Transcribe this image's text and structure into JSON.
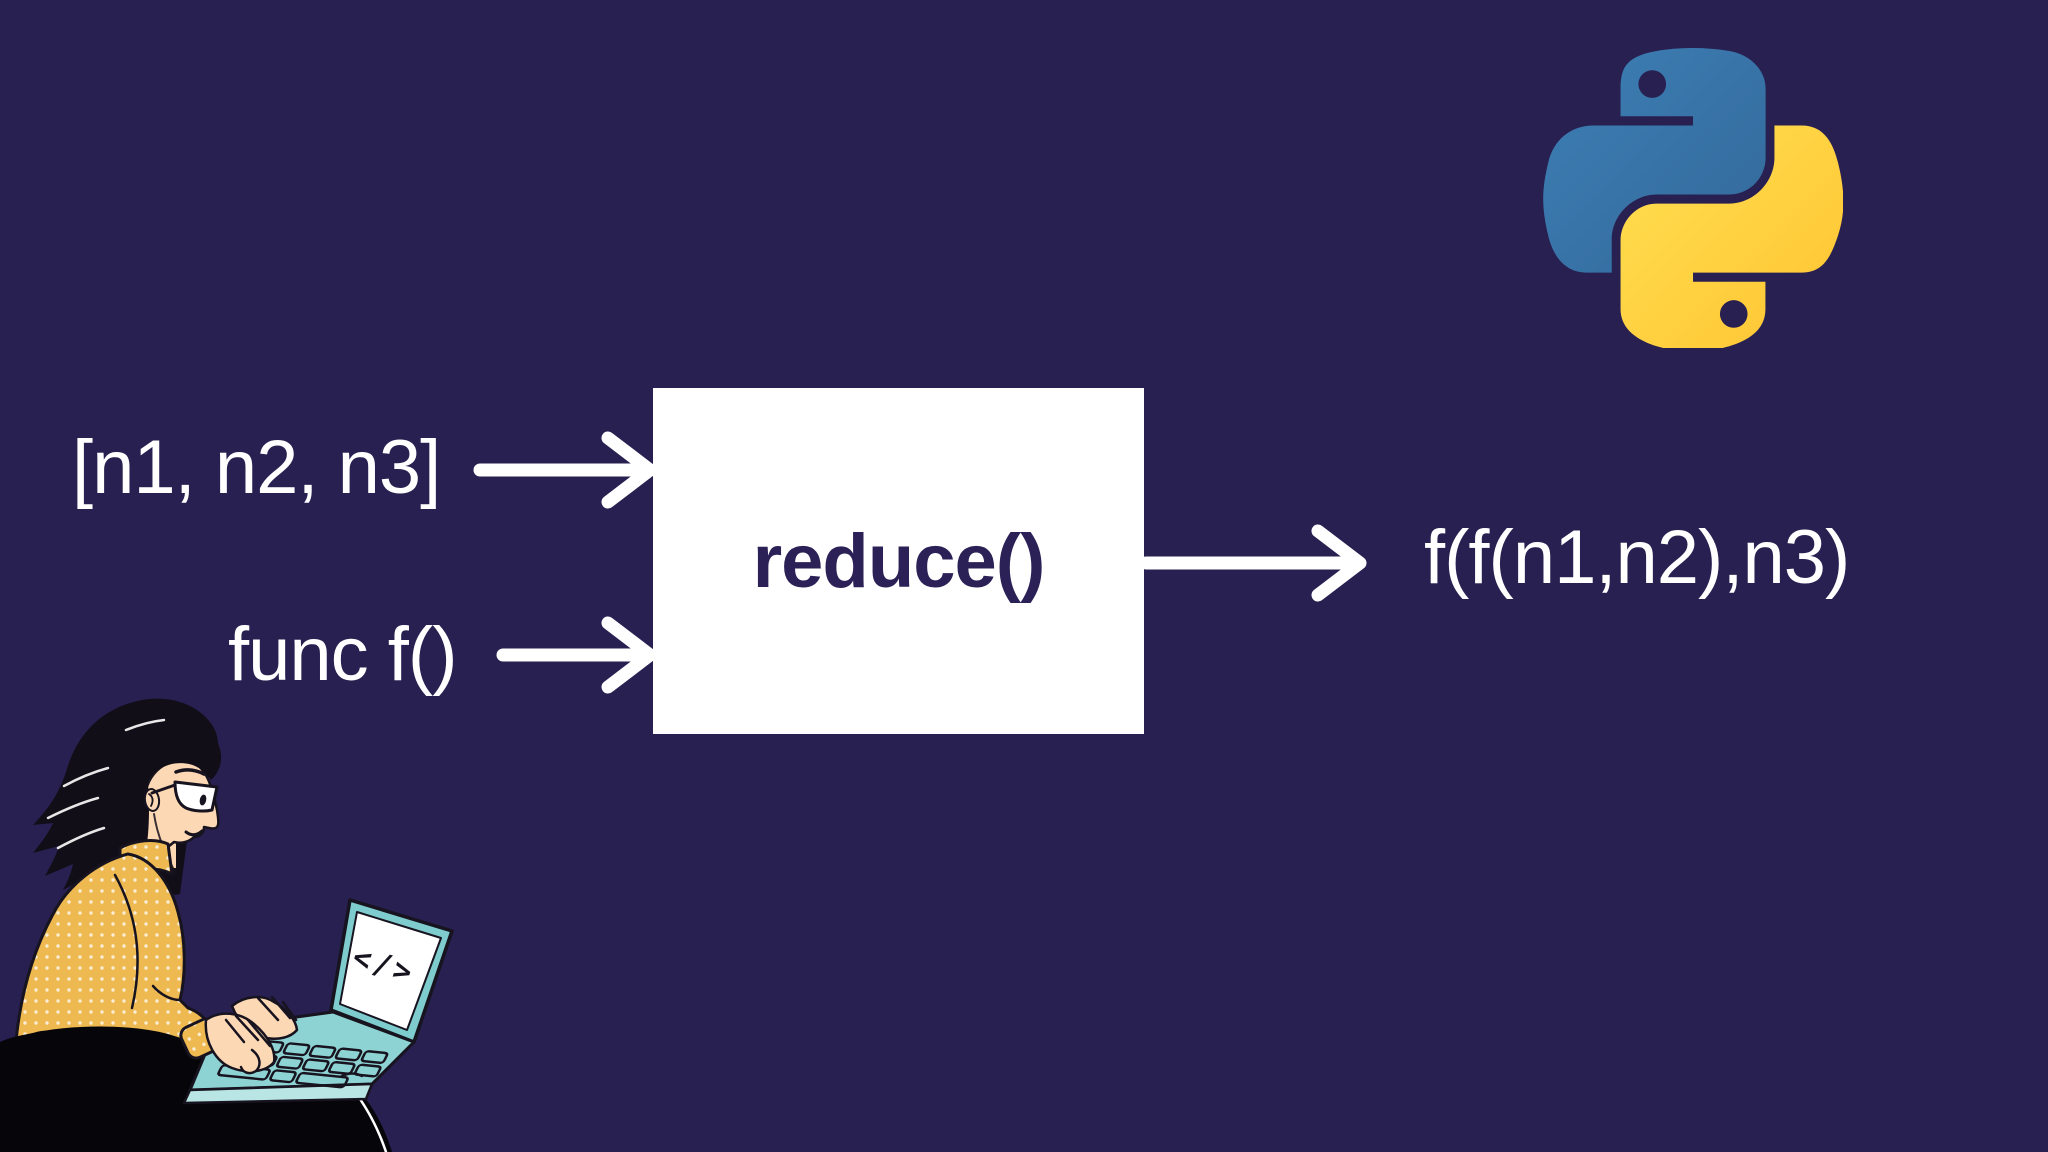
{
  "canvas": {
    "bg_color": "#282051"
  },
  "diagram": {
    "input_list_label": "[n1, n2, n3]",
    "input_func_label": "func f()",
    "box_label": "reduce()",
    "output_label": "f(f(n1,n2),n3)",
    "box_bg_color": "#ffffff",
    "box_text_color": "#2b2156",
    "label_color": "#ffffff",
    "arrow_color": "#ffffff"
  },
  "logo": {
    "name": "Python logo",
    "blue": "#387EB8",
    "yellow": "#FFD43B"
  },
  "illustration": {
    "name": "woman coding on laptop",
    "screen_symbol": "</>",
    "sweater_color": "#edb950",
    "laptop_color": "#7ecccd",
    "skin_color": "#fdd8b4",
    "hair_color": "#120e17"
  }
}
